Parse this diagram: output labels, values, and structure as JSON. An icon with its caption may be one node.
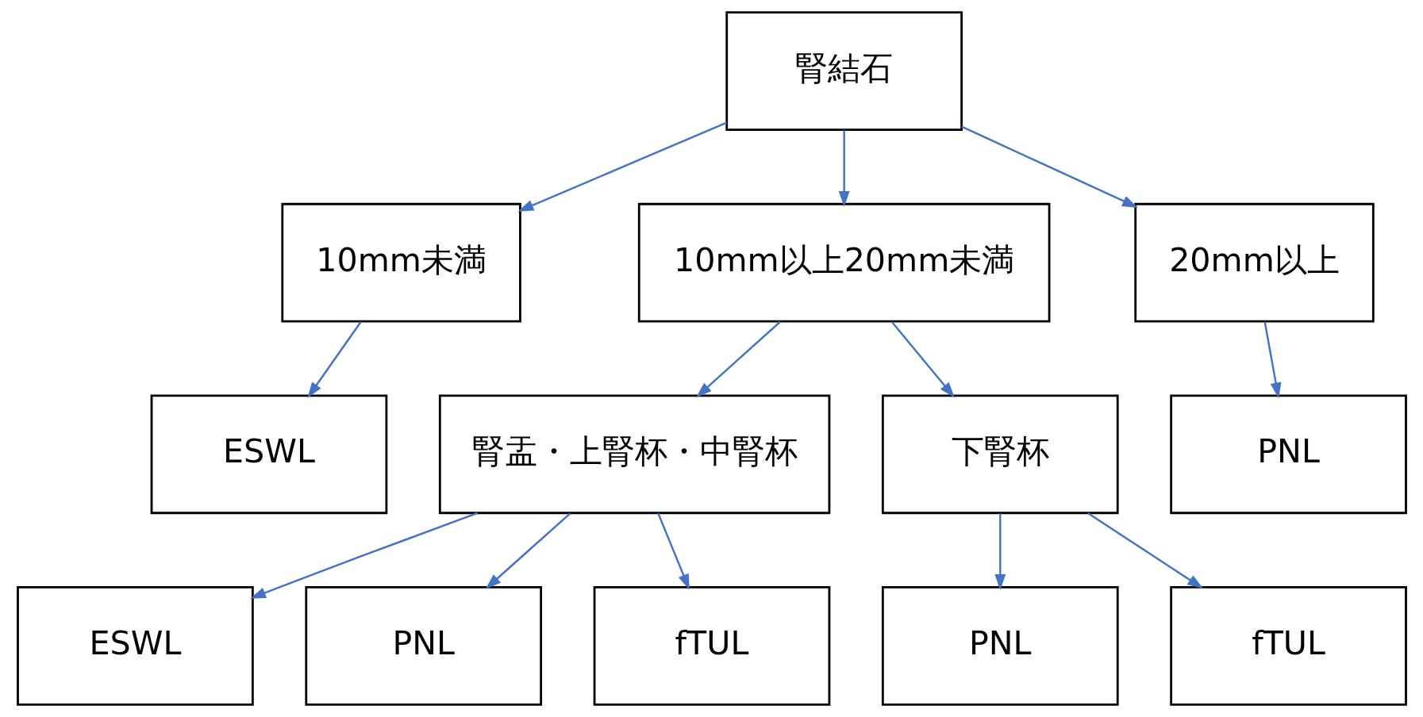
{
  "diagram": {
    "nodes": [
      {
        "text": [
          "腎結石"
        ]
      },
      {
        "text": [
          "10mm未満"
        ]
      },
      {
        "text": [
          "10mm以上20mm未満"
        ]
      },
      {
        "text": [
          "20mm以上"
        ]
      },
      {
        "text": [
          "ESWL"
        ]
      },
      {
        "text": [
          "腎盂・上腎杯・中腎杯"
        ]
      },
      {
        "text": [
          "下腎杯"
        ]
      },
      {
        "text": [
          "PNL"
        ]
      },
      {
        "text": [
          "ESWL"
        ]
      },
      {
        "text": [
          "PNL"
        ]
      },
      {
        "text": [
          "fTUL"
        ]
      },
      {
        "text": [
          "PNL"
        ]
      },
      {
        "text": [
          "fTUL"
        ]
      }
    ],
    "edges": [
      {
        "from": 0,
        "to": 1,
        "arrow": "to"
      },
      {
        "from": 0,
        "to": 2,
        "arrow": "to"
      },
      {
        "from": 0,
        "to": 3,
        "arrow": "to"
      },
      {
        "from": 1,
        "to": 4,
        "arrow": "to"
      },
      {
        "from": 2,
        "to": 5,
        "arrow": "to"
      },
      {
        "from": 2,
        "to": 6,
        "arrow": "to"
      },
      {
        "from": 3,
        "to": 7,
        "arrow": "to"
      },
      {
        "from": 5,
        "to": 8,
        "arrow": "to"
      },
      {
        "from": 5,
        "to": 9,
        "arrow": "to"
      },
      {
        "from": 5,
        "to": 10,
        "arrow": "to"
      },
      {
        "from": 6,
        "to": 11,
        "arrow": "to"
      },
      {
        "from": 6,
        "to": 12,
        "arrow": "to"
      }
    ]
  }
}
